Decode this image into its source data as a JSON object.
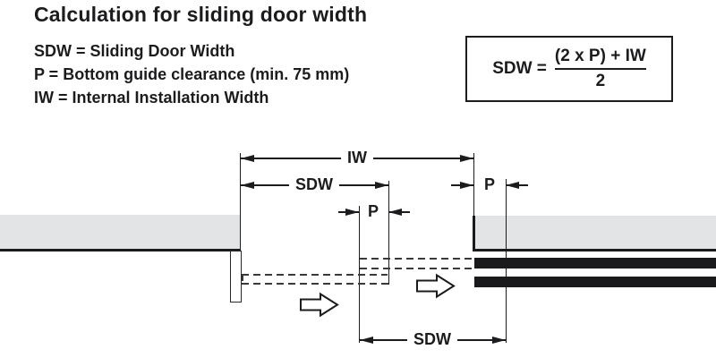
{
  "header": {
    "title": "Calculation for sliding door width",
    "legend": [
      "SDW = Sliding Door Width",
      "P = Bottom guide clearance (min. 75 mm)",
      "IW = Internal Installation Width"
    ],
    "formula": {
      "lhs": "SDW =",
      "numerator": "(2 x P) + IW",
      "denominator": "2"
    }
  },
  "diagram": {
    "dimensions": {
      "iw_label": "IW",
      "sdw_top_label": "SDW",
      "p_mid_label": "P",
      "p_right_label": "P",
      "sdw_bottom_label": "SDW"
    },
    "icons": [
      "slide-direction-arrow",
      "slide-direction-arrow"
    ],
    "colors": {
      "wall_fill": "#e3e4e6",
      "line": "#1c1c1e",
      "dashed_line": "#3a3a3c",
      "door_bar": "#1a1a1c",
      "background": "#ffffff"
    }
  }
}
